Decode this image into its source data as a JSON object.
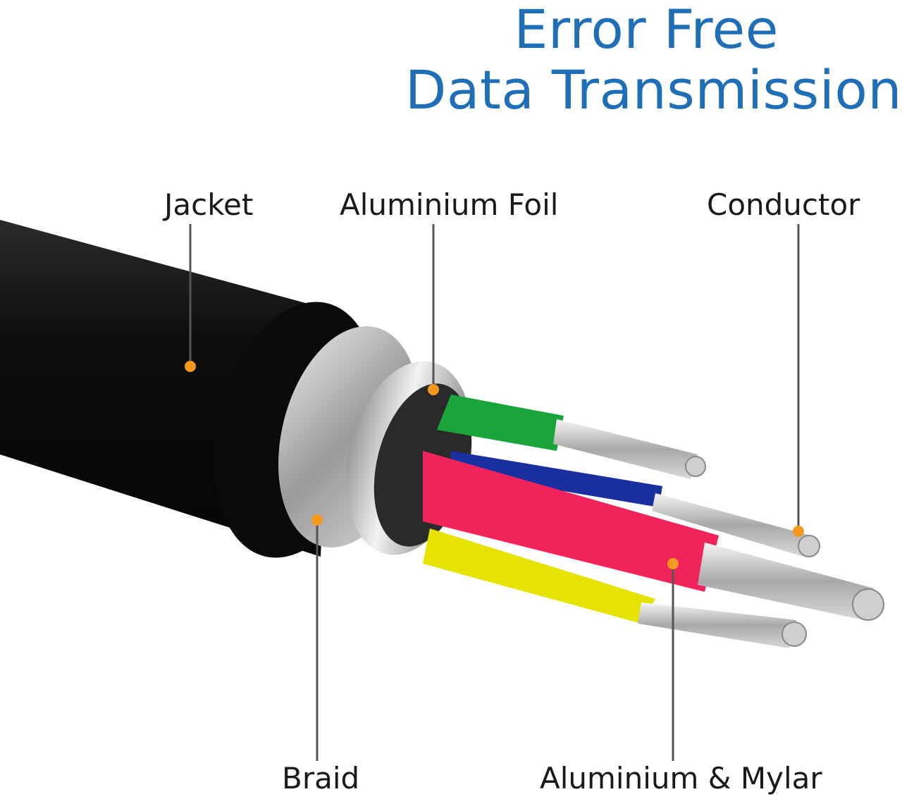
{
  "title": {
    "line1": "Error Free",
    "line2": "Data Transmission",
    "color": "#1f6fb8"
  },
  "labels": {
    "jacket": "Jacket",
    "aluminium_foil": "Aluminium Foil",
    "conductor": "Conductor",
    "braid": "Braid",
    "aluminium_mylar": "Aluminium & Mylar"
  },
  "colors": {
    "marker": "#f39a1e",
    "jacket": "#111111",
    "wire_green": "#1aa53a",
    "wire_red": "#f0245a",
    "wire_yellow": "#e6e300",
    "wire_blue": "#1a2fa0"
  }
}
